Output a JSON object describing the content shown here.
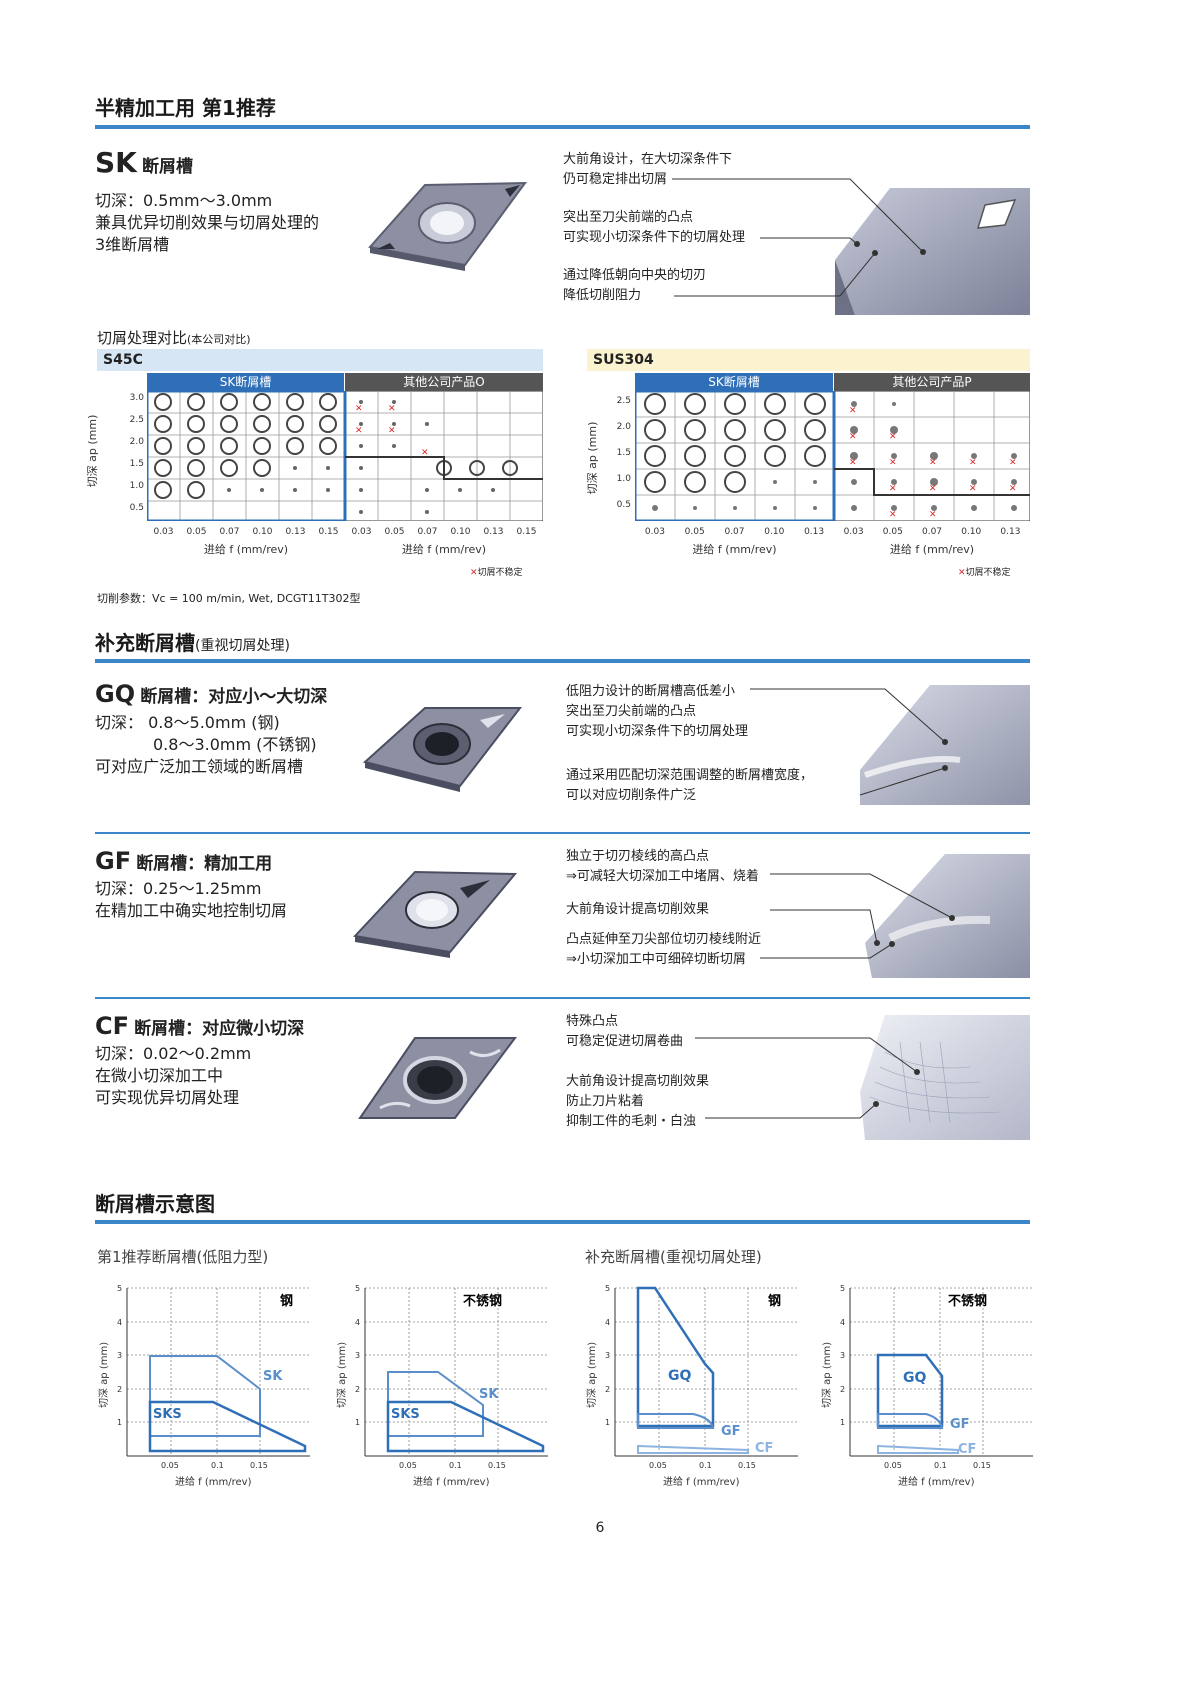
{
  "section1": {
    "title": "半精加工用 第1推荐"
  },
  "sk": {
    "code": "SK",
    "name": "断屑槽",
    "lines": [
      "切深：0.5mm～3.0mm",
      "兼具优异切削效果与切屑处理的",
      "3维断屑槽"
    ],
    "callouts": [
      [
        "大前角设计，在大切深条件下",
        "仍可稳定排出切屑"
      ],
      [
        "突出至刀尖前端的凸点",
        "可实现小切深条件下的切屑处理"
      ],
      [
        "通过降低朝向中央的切刃",
        "降低切削阻力"
      ]
    ]
  },
  "comparison": {
    "title": "切屑处理对比",
    "title_note": "(本公司对比)",
    "left": {
      "material": "S45C",
      "sk_label": "SK断屑槽",
      "other_label": "其他公司产品O",
      "yaxis": "切深 ap (mm)",
      "xaxis": "进给 f (mm/rev)",
      "yticks": [
        "3.0",
        "2.5",
        "2.0",
        "1.5",
        "1.0",
        "0.5"
      ],
      "xticks": [
        "0.03",
        "0.05",
        "0.07",
        "0.10",
        "0.13",
        "0.15"
      ],
      "legend": "切屑不稳定"
    },
    "right": {
      "material": "SUS304",
      "sk_label": "SK断屑槽",
      "other_label": "其他公司产品P",
      "yaxis": "切深 ap (mm)",
      "xaxis": "进给 f (mm/rev)",
      "yticks": [
        "2.5",
        "2.0",
        "1.5",
        "1.0",
        "0.5"
      ],
      "xticks": [
        "0.03",
        "0.05",
        "0.07",
        "0.10",
        "0.13"
      ],
      "legend": "切屑不稳定"
    },
    "params": "切削参数：Vc = 100 m/min, Wet, DCGT11T302型"
  },
  "section2": {
    "title": "补充断屑槽",
    "subtitle": "(重视切屑处理)"
  },
  "gq": {
    "code": "GQ",
    "name": "断屑槽：对应小～大切深",
    "lines": [
      "切深：  0.8～5.0mm (钢)",
      "0.8～3.0mm (不锈钢)",
      "可对应广泛加工领域的断屑槽"
    ],
    "callouts": [
      [
        "低阻力设计的断屑槽高低差小",
        "突出至刀尖前端的凸点",
        "可实现小切深条件下的切屑处理"
      ],
      [
        "通过采用匹配切深范围调整的断屑槽宽度，",
        "可以对应切削条件广泛"
      ]
    ]
  },
  "gf": {
    "code": "GF",
    "name": "断屑槽：精加工用",
    "lines": [
      "切深：0.25～1.25mm",
      "在精加工中确实地控制切屑"
    ],
    "callouts": [
      [
        "独立于切刃棱线的高凸点",
        "⇒可减轻大切深加工中堵屑、烧着"
      ],
      [
        "大前角设计提高切削效果"
      ],
      [
        "凸点延伸至刀尖部位切刃棱线附近",
        "⇒小切深加工中可细碎切断切屑"
      ]
    ]
  },
  "cf": {
    "code": "CF",
    "name": "断屑槽：对应微小切深",
    "lines": [
      "切深：0.02～0.2mm",
      "在微小切深加工中",
      "可实现优异切屑处理"
    ],
    "callouts": [
      [
        "特殊凸点",
        "可稳定促进切屑卷曲"
      ],
      [
        "大前角设计提高切削效果",
        "防止刀片粘着",
        "抑制工件的毛刺・白浊"
      ]
    ]
  },
  "section3": {
    "title": "断屑槽示意图"
  },
  "diagrams": {
    "left_title": "第1推荐断屑槽(低阻力型)",
    "right_title": "补充断屑槽(重视切屑处理)",
    "yaxis": "切深 ap (mm)",
    "xaxis": "进给 f (mm/rev)",
    "yticks": [
      "1",
      "2",
      "3",
      "4",
      "5"
    ],
    "xticks": [
      "0.05",
      "0.1",
      "0.15"
    ],
    "steel": "钢",
    "stainless": "不锈钢",
    "labels": {
      "sk": "SK",
      "sks": "SKS",
      "gq": "GQ",
      "gf": "GF",
      "cf": "CF"
    }
  },
  "page_number": "6",
  "colors": {
    "accent": "#3a86c8",
    "s45c_bg": "#d6e6f5",
    "sus_bg": "#fbf3cf",
    "sk_header": "#2f6fb8",
    "other_header": "#555555",
    "unstable": "#d62b2b"
  }
}
